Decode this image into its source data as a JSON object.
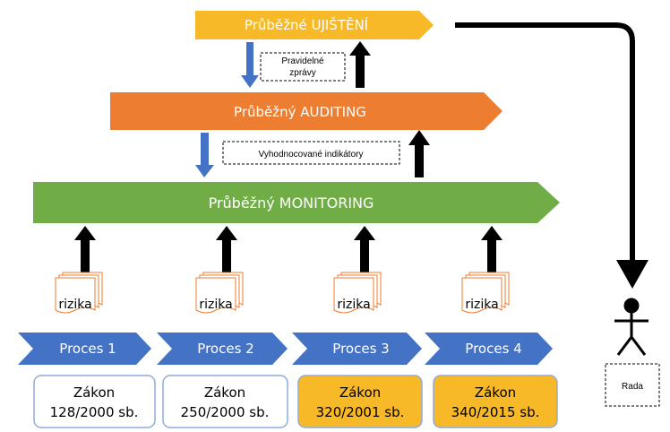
{
  "bands": {
    "assurance": {
      "label": "Průběžné UJIŠTĚNÍ",
      "color": "#f7b928"
    },
    "auditing": {
      "label": "Průběžný AUDITING",
      "color": "#ed7d31"
    },
    "monitoring": {
      "label": "Průběžný MONITORING",
      "color": "#70ad47"
    }
  },
  "notes": {
    "regular_reports_line1": "Pravidelné",
    "regular_reports_line2": "zprávy",
    "evaluated_indicators": "Vyhodnocované indikátory"
  },
  "risk_docs": [
    "rizika",
    "rizika",
    "rizika",
    "rizika"
  ],
  "processes": [
    {
      "label": "Proces 1",
      "law_line1": "Zákon",
      "law_line2": "128/2000 sb.",
      "highlight": false
    },
    {
      "label": "Proces 2",
      "law_line1": "Zákon",
      "law_line2": "250/2000 sb.",
      "highlight": false
    },
    {
      "label": "Proces 3",
      "law_line1": "Zákon",
      "law_line2": "320/2001 sb.",
      "highlight": true
    },
    {
      "label": "Proces 4",
      "law_line1": "Zákon",
      "law_line2": "340/2015 sb.",
      "highlight": true
    }
  ],
  "board": {
    "label": "Rada"
  },
  "colors": {
    "process_arrow": "#4472c4",
    "down_arrow": "#4472c4",
    "law_highlight": "#f7b928",
    "law_border": "#8faadc",
    "doc_border": "#ed7d31"
  }
}
